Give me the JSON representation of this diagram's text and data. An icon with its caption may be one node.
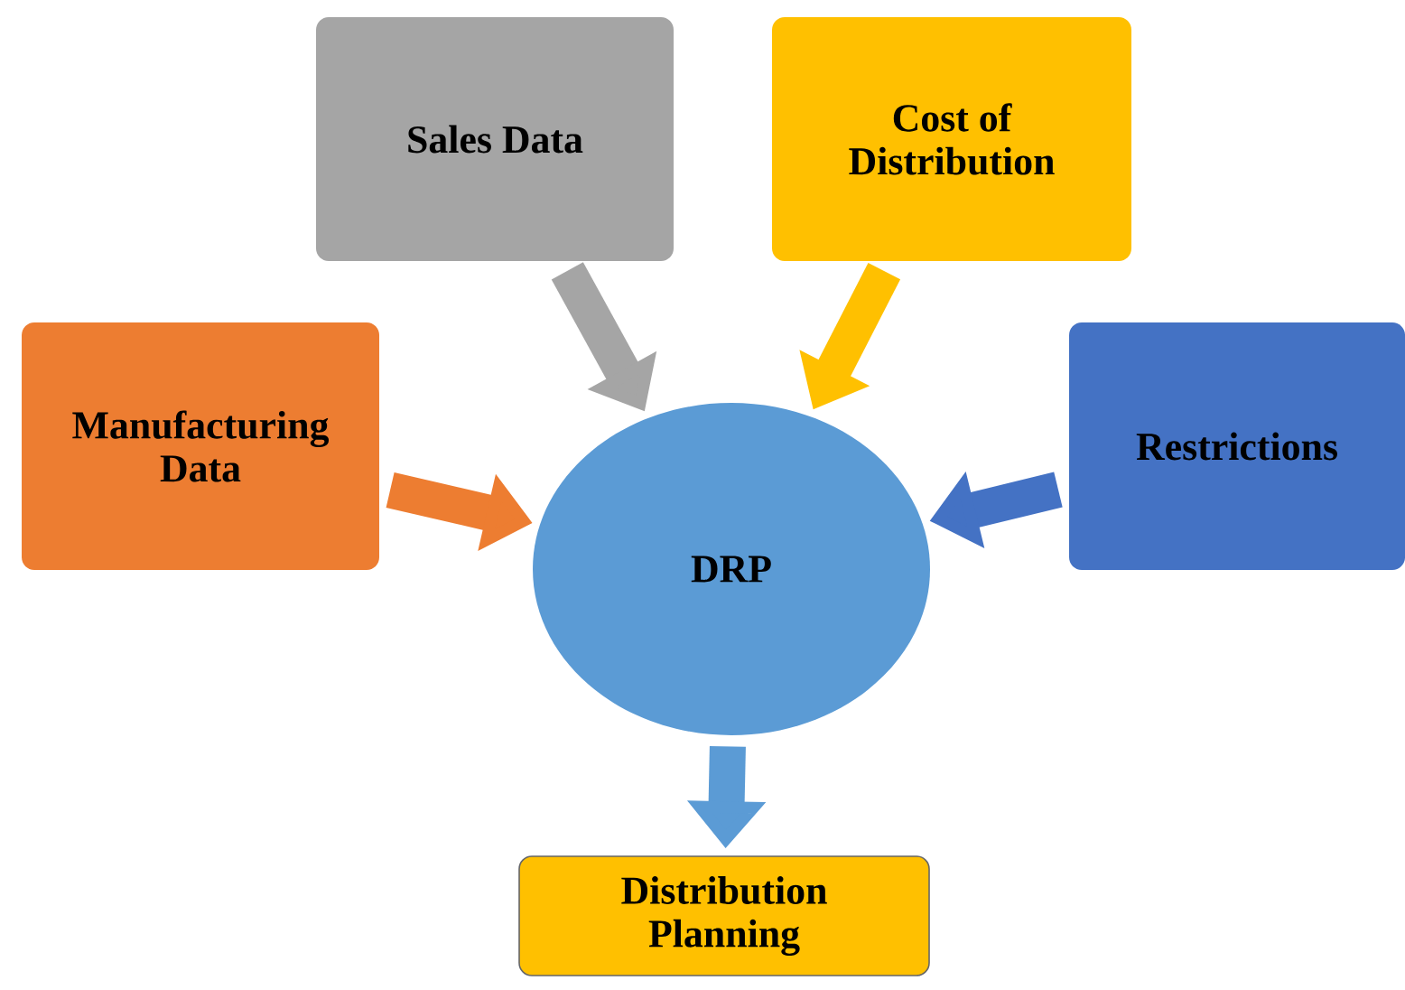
{
  "diagram": {
    "nodes": [
      {
        "text": [
          "Sales Data"
        ]
      },
      {
        "text": [
          "Cost of Distribution"
        ]
      },
      {
        "text": [
          "Manufacturing Data"
        ]
      },
      {
        "text": [
          "Restrictions"
        ]
      },
      {
        "text": [
          "DRP"
        ]
      },
      {
        "text": [
          "Distribution Planning"
        ]
      }
    ],
    "edges": [
      {
        "from": 0,
        "to": 4,
        "arrow": "to",
        "color": "#a5a5a5"
      },
      {
        "from": 1,
        "to": 4,
        "arrow": "to",
        "color": "#ffc000"
      },
      {
        "from": 2,
        "to": 4,
        "arrow": "to",
        "color": "#ed7d31"
      },
      {
        "from": 3,
        "to": 4,
        "arrow": "to",
        "color": "#4472c4"
      },
      {
        "from": 4,
        "to": 5,
        "arrow": "to",
        "color": "#5b9bd5"
      }
    ]
  }
}
